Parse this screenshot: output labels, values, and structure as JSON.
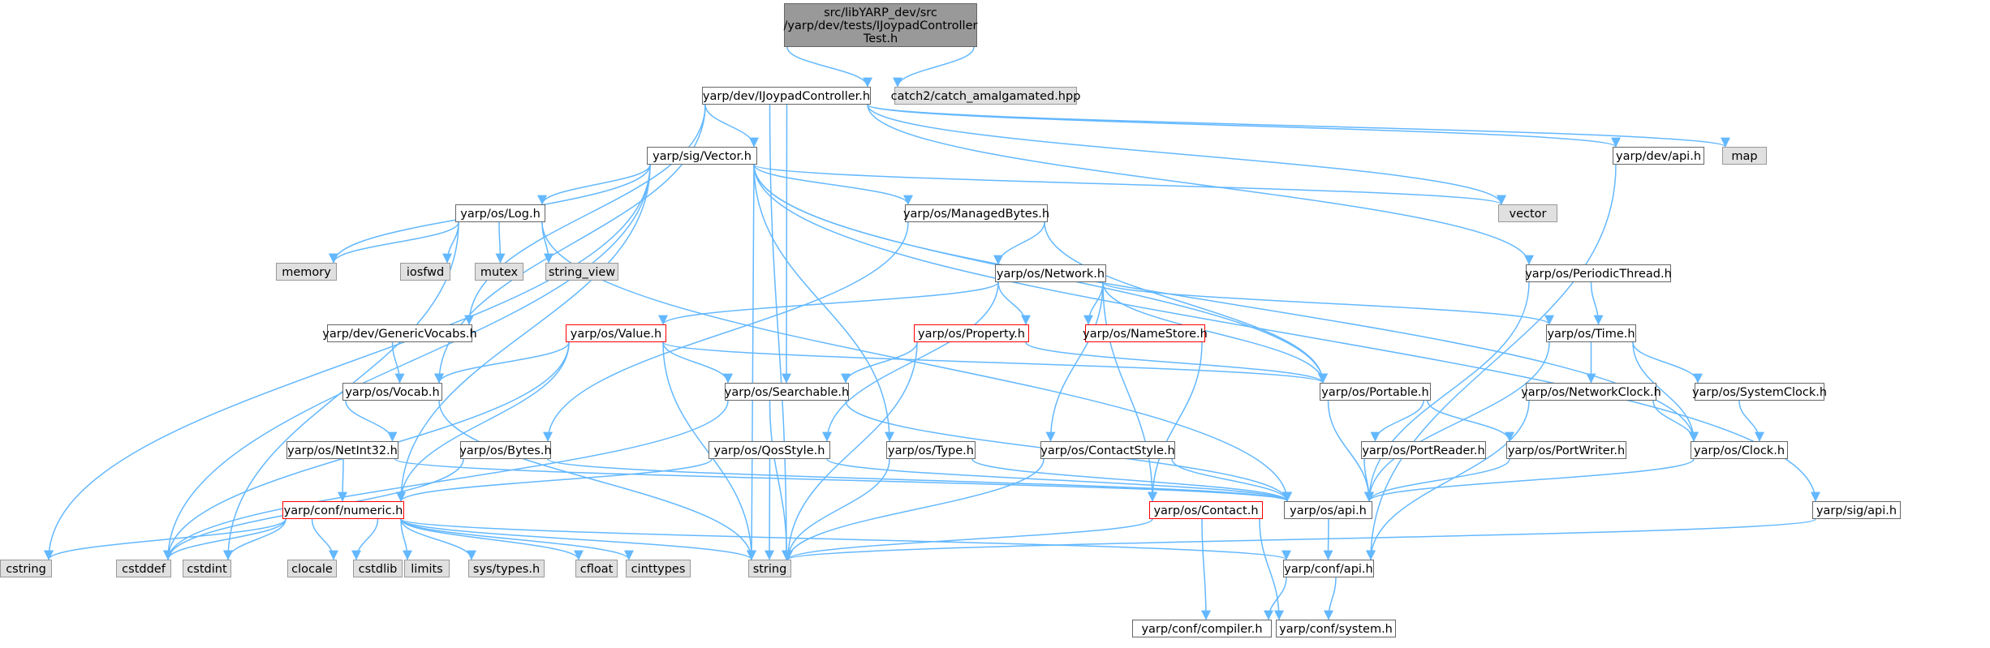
{
  "diagram": {
    "nodes": [
      {
        "id": "root",
        "lines": [
          "src/libYARP_dev/src",
          "/yarp/dev/tests/IJoypadController",
          "Test.h"
        ],
        "kind": "root"
      },
      {
        "id": "ijoy",
        "lines": [
          "yarp/dev/IJoypadController.h"
        ],
        "kind": "normal"
      },
      {
        "id": "catch",
        "lines": [
          "catch2/catch_amalgamated.hpp"
        ],
        "kind": "external"
      },
      {
        "id": "vectorh",
        "lines": [
          "yarp/sig/Vector.h"
        ],
        "kind": "normal"
      },
      {
        "id": "devapi",
        "lines": [
          "yarp/dev/api.h"
        ],
        "kind": "normal"
      },
      {
        "id": "map",
        "lines": [
          "map"
        ],
        "kind": "external"
      },
      {
        "id": "vector",
        "lines": [
          "vector"
        ],
        "kind": "external"
      },
      {
        "id": "log",
        "lines": [
          "yarp/os/Log.h"
        ],
        "kind": "normal"
      },
      {
        "id": "managed",
        "lines": [
          "yarp/os/ManagedBytes.h"
        ],
        "kind": "normal"
      },
      {
        "id": "memory",
        "lines": [
          "memory"
        ],
        "kind": "external"
      },
      {
        "id": "iosfwd",
        "lines": [
          "iosfwd"
        ],
        "kind": "external"
      },
      {
        "id": "mutex",
        "lines": [
          "mutex"
        ],
        "kind": "external"
      },
      {
        "id": "stringview",
        "lines": [
          "string_view"
        ],
        "kind": "external"
      },
      {
        "id": "network",
        "lines": [
          "yarp/os/Network.h"
        ],
        "kind": "normal"
      },
      {
        "id": "periodic",
        "lines": [
          "yarp/os/PeriodicThread.h"
        ],
        "kind": "normal"
      },
      {
        "id": "genvocabs",
        "lines": [
          "yarp/dev/GenericVocabs.h"
        ],
        "kind": "normal"
      },
      {
        "id": "value",
        "lines": [
          "yarp/os/Value.h"
        ],
        "kind": "truncated"
      },
      {
        "id": "property",
        "lines": [
          "yarp/os/Property.h"
        ],
        "kind": "truncated"
      },
      {
        "id": "namestore",
        "lines": [
          "yarp/os/NameStore.h"
        ],
        "kind": "truncated"
      },
      {
        "id": "time",
        "lines": [
          "yarp/os/Time.h"
        ],
        "kind": "normal"
      },
      {
        "id": "vocab",
        "lines": [
          "yarp/os/Vocab.h"
        ],
        "kind": "normal"
      },
      {
        "id": "searchable",
        "lines": [
          "yarp/os/Searchable.h"
        ],
        "kind": "normal"
      },
      {
        "id": "portable",
        "lines": [
          "yarp/os/Portable.h"
        ],
        "kind": "normal"
      },
      {
        "id": "netclock",
        "lines": [
          "yarp/os/NetworkClock.h"
        ],
        "kind": "normal"
      },
      {
        "id": "sysclock",
        "lines": [
          "yarp/os/SystemClock.h"
        ],
        "kind": "normal"
      },
      {
        "id": "netint",
        "lines": [
          "yarp/os/NetInt32.h"
        ],
        "kind": "normal"
      },
      {
        "id": "bytes",
        "lines": [
          "yarp/os/Bytes.h"
        ],
        "kind": "normal"
      },
      {
        "id": "qos",
        "lines": [
          "yarp/os/QosStyle.h"
        ],
        "kind": "normal"
      },
      {
        "id": "type",
        "lines": [
          "yarp/os/Type.h"
        ],
        "kind": "normal"
      },
      {
        "id": "contactstyle",
        "lines": [
          "yarp/os/ContactStyle.h"
        ],
        "kind": "normal"
      },
      {
        "id": "portreader",
        "lines": [
          "yarp/os/PortReader.h"
        ],
        "kind": "normal"
      },
      {
        "id": "portwriter",
        "lines": [
          "yarp/os/PortWriter.h"
        ],
        "kind": "normal"
      },
      {
        "id": "clock",
        "lines": [
          "yarp/os/Clock.h"
        ],
        "kind": "normal"
      },
      {
        "id": "numeric",
        "lines": [
          "yarp/conf/numeric.h"
        ],
        "kind": "truncated"
      },
      {
        "id": "contact",
        "lines": [
          "yarp/os/Contact.h"
        ],
        "kind": "truncated"
      },
      {
        "id": "osapi",
        "lines": [
          "yarp/os/api.h"
        ],
        "kind": "normal"
      },
      {
        "id": "sigapi",
        "lines": [
          "yarp/sig/api.h"
        ],
        "kind": "normal"
      },
      {
        "id": "cstring",
        "lines": [
          "cstring"
        ],
        "kind": "external"
      },
      {
        "id": "cstddef",
        "lines": [
          "cstddef"
        ],
        "kind": "external"
      },
      {
        "id": "cstdint",
        "lines": [
          "cstdint"
        ],
        "kind": "external"
      },
      {
        "id": "clocale",
        "lines": [
          "clocale"
        ],
        "kind": "external"
      },
      {
        "id": "cstdlib",
        "lines": [
          "cstdlib"
        ],
        "kind": "external"
      },
      {
        "id": "limits",
        "lines": [
          "limits"
        ],
        "kind": "external"
      },
      {
        "id": "systypes",
        "lines": [
          "sys/types.h"
        ],
        "kind": "external"
      },
      {
        "id": "cfloat",
        "lines": [
          "cfloat"
        ],
        "kind": "external"
      },
      {
        "id": "cinttypes",
        "lines": [
          "cinttypes"
        ],
        "kind": "external"
      },
      {
        "id": "string",
        "lines": [
          "string"
        ],
        "kind": "external"
      },
      {
        "id": "confapi",
        "lines": [
          "yarp/conf/api.h"
        ],
        "kind": "normal"
      },
      {
        "id": "compiler",
        "lines": [
          "yarp/conf/compiler.h"
        ],
        "kind": "normal"
      },
      {
        "id": "system",
        "lines": [
          "yarp/conf/system.h"
        ],
        "kind": "normal"
      }
    ],
    "edges": [
      [
        "root",
        "ijoy"
      ],
      [
        "root",
        "catch"
      ],
      [
        "ijoy",
        "vectorh"
      ],
      [
        "ijoy",
        "devapi"
      ],
      [
        "ijoy",
        "map"
      ],
      [
        "ijoy",
        "vector"
      ],
      [
        "ijoy",
        "periodic"
      ],
      [
        "ijoy",
        "genvocabs"
      ],
      [
        "ijoy",
        "vocab"
      ],
      [
        "ijoy",
        "searchable"
      ],
      [
        "ijoy",
        "string"
      ],
      [
        "devapi",
        "confapi"
      ],
      [
        "vectorh",
        "log"
      ],
      [
        "vectorh",
        "managed"
      ],
      [
        "vectorh",
        "memory"
      ],
      [
        "vectorh",
        "vector"
      ],
      [
        "vectorh",
        "cstring"
      ],
      [
        "vectorh",
        "cstddef"
      ],
      [
        "vectorh",
        "string"
      ],
      [
        "vectorh",
        "type"
      ],
      [
        "vectorh",
        "portable"
      ],
      [
        "vectorh",
        "sigapi"
      ],
      [
        "vectorh",
        "clock"
      ],
      [
        "vectorh",
        "numeric"
      ],
      [
        "log",
        "memory"
      ],
      [
        "log",
        "iosfwd"
      ],
      [
        "log",
        "mutex"
      ],
      [
        "log",
        "stringview"
      ],
      [
        "log",
        "osapi"
      ],
      [
        "log",
        "cstdint"
      ],
      [
        "managed",
        "network"
      ],
      [
        "managed",
        "bytes"
      ],
      [
        "managed",
        "portable"
      ],
      [
        "network",
        "value"
      ],
      [
        "network",
        "property"
      ],
      [
        "network",
        "namestore"
      ],
      [
        "network",
        "time"
      ],
      [
        "network",
        "portable"
      ],
      [
        "network",
        "qos"
      ],
      [
        "network",
        "contactstyle"
      ],
      [
        "network",
        "contact"
      ],
      [
        "periodic",
        "time"
      ],
      [
        "periodic",
        "osapi"
      ],
      [
        "genvocabs",
        "vocab"
      ],
      [
        "value",
        "vocab"
      ],
      [
        "value",
        "searchable"
      ],
      [
        "value",
        "portable"
      ],
      [
        "value",
        "string"
      ],
      [
        "value",
        "cstddef"
      ],
      [
        "value",
        "numeric"
      ],
      [
        "property",
        "searchable"
      ],
      [
        "property",
        "portable"
      ],
      [
        "property",
        "string"
      ],
      [
        "namestore",
        "contact"
      ],
      [
        "time",
        "netclock"
      ],
      [
        "time",
        "sysclock"
      ],
      [
        "time",
        "clock"
      ],
      [
        "time",
        "osapi"
      ],
      [
        "vocab",
        "netint"
      ],
      [
        "vocab",
        "string"
      ],
      [
        "searchable",
        "osapi"
      ],
      [
        "searchable",
        "string"
      ],
      [
        "searchable",
        "cstddef"
      ],
      [
        "portable",
        "portreader"
      ],
      [
        "portable",
        "portwriter"
      ],
      [
        "portable",
        "osapi"
      ],
      [
        "netclock",
        "clock"
      ],
      [
        "netclock",
        "confapi"
      ],
      [
        "sysclock",
        "clock"
      ],
      [
        "netint",
        "numeric"
      ],
      [
        "netint",
        "osapi"
      ],
      [
        "bytes",
        "osapi"
      ],
      [
        "bytes",
        "cstddef"
      ],
      [
        "qos",
        "osapi"
      ],
      [
        "qos",
        "numeric"
      ],
      [
        "qos",
        "string"
      ],
      [
        "type",
        "osapi"
      ],
      [
        "type",
        "string"
      ],
      [
        "contactstyle",
        "osapi"
      ],
      [
        "contactstyle",
        "string"
      ],
      [
        "portreader",
        "osapi"
      ],
      [
        "portwriter",
        "osapi"
      ],
      [
        "clock",
        "osapi"
      ],
      [
        "osapi",
        "confapi"
      ],
      [
        "sigapi",
        "string"
      ],
      [
        "numeric",
        "cstring"
      ],
      [
        "numeric",
        "cstddef"
      ],
      [
        "numeric",
        "cstdint"
      ],
      [
        "numeric",
        "clocale"
      ],
      [
        "numeric",
        "cstdlib"
      ],
      [
        "numeric",
        "limits"
      ],
      [
        "numeric",
        "systypes"
      ],
      [
        "numeric",
        "cfloat"
      ],
      [
        "numeric",
        "cinttypes"
      ],
      [
        "numeric",
        "string"
      ],
      [
        "numeric",
        "confapi"
      ],
      [
        "contact",
        "string"
      ],
      [
        "contact",
        "compiler"
      ],
      [
        "contact",
        "system"
      ],
      [
        "confapi",
        "compiler"
      ],
      [
        "confapi",
        "system"
      ]
    ],
    "colors": {
      "edge": "#63b8ff",
      "root_fill": "#999999",
      "root_border": "#666666",
      "normal_fill": "#ffffff",
      "normal_border": "#666666",
      "truncated_fill": "#ffffff",
      "truncated_border": "#ff0000",
      "external_fill": "#e0e0e0",
      "external_border": "#999999"
    }
  }
}
